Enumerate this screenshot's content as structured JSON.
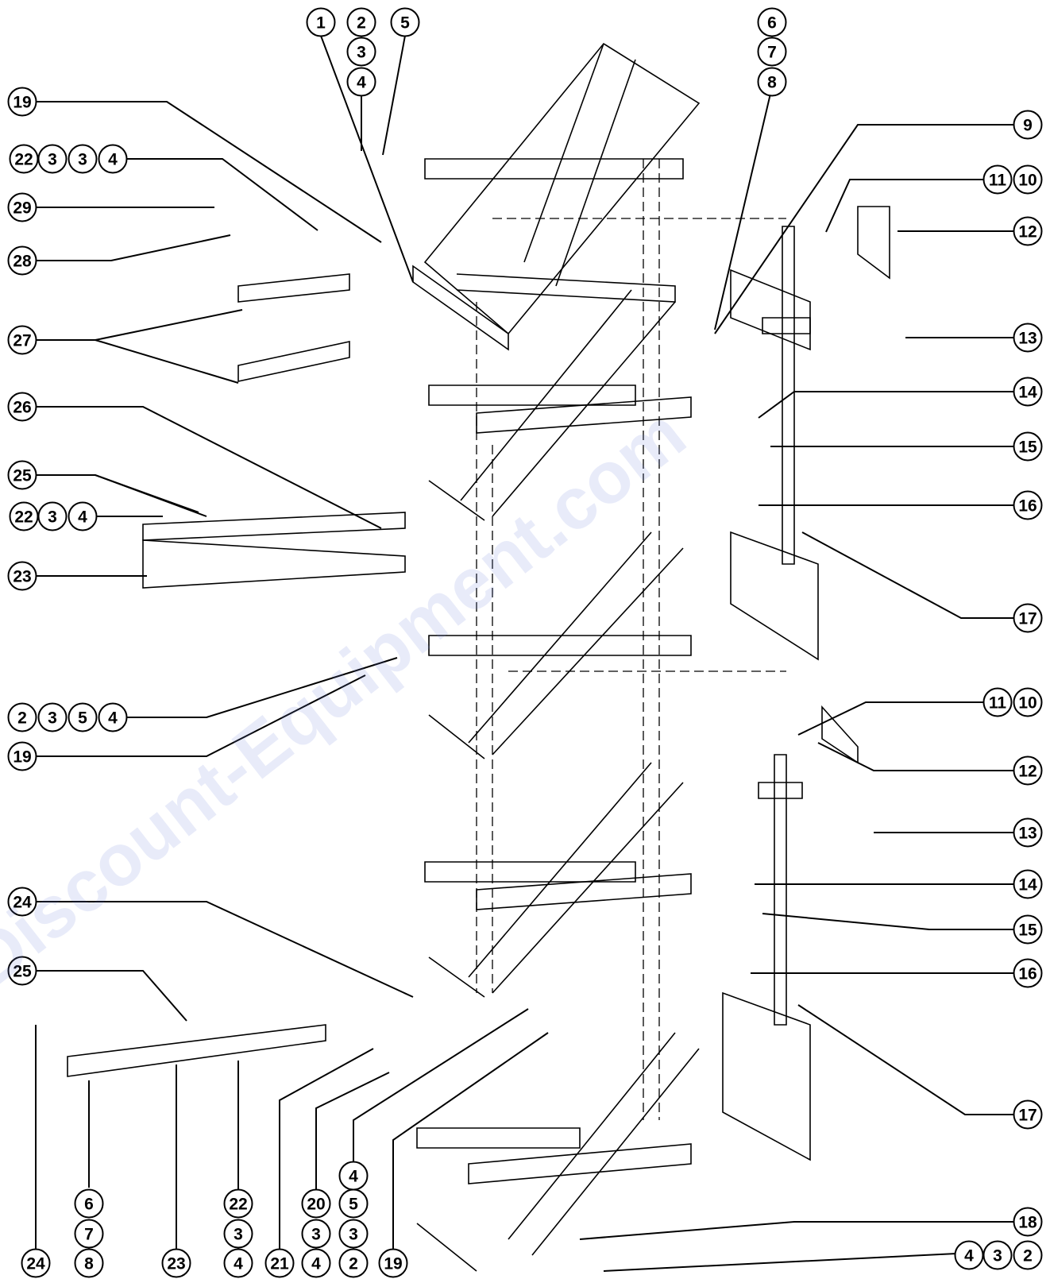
{
  "watermark": {
    "text": "Discount-Equipment.com",
    "color": "#8fa0e6"
  },
  "callouts": [
    {
      "id": "c1",
      "label": "1"
    },
    {
      "id": "c2a",
      "label": "2"
    },
    {
      "id": "c3a",
      "label": "3"
    },
    {
      "id": "c4a",
      "label": "4"
    },
    {
      "id": "c5a",
      "label": "5"
    },
    {
      "id": "c6a",
      "label": "6"
    },
    {
      "id": "c7a",
      "label": "7"
    },
    {
      "id": "c8a",
      "label": "8"
    },
    {
      "id": "c19a",
      "label": "19"
    },
    {
      "id": "c22a",
      "label": "22"
    },
    {
      "id": "c3b",
      "label": "3"
    },
    {
      "id": "c3c",
      "label": "3"
    },
    {
      "id": "c4b",
      "label": "4"
    },
    {
      "id": "c29",
      "label": "29"
    },
    {
      "id": "c28",
      "label": "28"
    },
    {
      "id": "c27",
      "label": "27"
    },
    {
      "id": "c26",
      "label": "26"
    },
    {
      "id": "c25a",
      "label": "25"
    },
    {
      "id": "c22b",
      "label": "22"
    },
    {
      "id": "c3d",
      "label": "3"
    },
    {
      "id": "c4c",
      "label": "4"
    },
    {
      "id": "c23a",
      "label": "23"
    },
    {
      "id": "c2b",
      "label": "2"
    },
    {
      "id": "c3e",
      "label": "3"
    },
    {
      "id": "c5b",
      "label": "5"
    },
    {
      "id": "c4d",
      "label": "4"
    },
    {
      "id": "c19b",
      "label": "19"
    },
    {
      "id": "c24a",
      "label": "24"
    },
    {
      "id": "c25b",
      "label": "25"
    },
    {
      "id": "c9",
      "label": "9"
    },
    {
      "id": "c11a",
      "label": "11"
    },
    {
      "id": "c10a",
      "label": "10"
    },
    {
      "id": "c12a",
      "label": "12"
    },
    {
      "id": "c13a",
      "label": "13"
    },
    {
      "id": "c14a",
      "label": "14"
    },
    {
      "id": "c15a",
      "label": "15"
    },
    {
      "id": "c16a",
      "label": "16"
    },
    {
      "id": "c17a",
      "label": "17"
    },
    {
      "id": "c11b",
      "label": "11"
    },
    {
      "id": "c10b",
      "label": "10"
    },
    {
      "id": "c12b",
      "label": "12"
    },
    {
      "id": "c13b",
      "label": "13"
    },
    {
      "id": "c14b",
      "label": "14"
    },
    {
      "id": "c15b",
      "label": "15"
    },
    {
      "id": "c16b",
      "label": "16"
    },
    {
      "id": "c17b",
      "label": "17"
    },
    {
      "id": "c18",
      "label": "18"
    },
    {
      "id": "c4e",
      "label": "4"
    },
    {
      "id": "c3f",
      "label": "3"
    },
    {
      "id": "c2c",
      "label": "2"
    },
    {
      "id": "c6b",
      "label": "6"
    },
    {
      "id": "c7b",
      "label": "7"
    },
    {
      "id": "c8b",
      "label": "8"
    },
    {
      "id": "c22c",
      "label": "22"
    },
    {
      "id": "c3g",
      "label": "3"
    },
    {
      "id": "c4f",
      "label": "4"
    },
    {
      "id": "c20",
      "label": "20"
    },
    {
      "id": "c3h",
      "label": "3"
    },
    {
      "id": "c4g",
      "label": "4"
    },
    {
      "id": "c4h",
      "label": "4"
    },
    {
      "id": "c5c",
      "label": "5"
    },
    {
      "id": "c3i",
      "label": "3"
    },
    {
      "id": "c2d",
      "label": "2"
    },
    {
      "id": "c24b",
      "label": "24"
    },
    {
      "id": "c23b",
      "label": "23"
    },
    {
      "id": "c21",
      "label": "21"
    },
    {
      "id": "c19c",
      "label": "19"
    }
  ]
}
